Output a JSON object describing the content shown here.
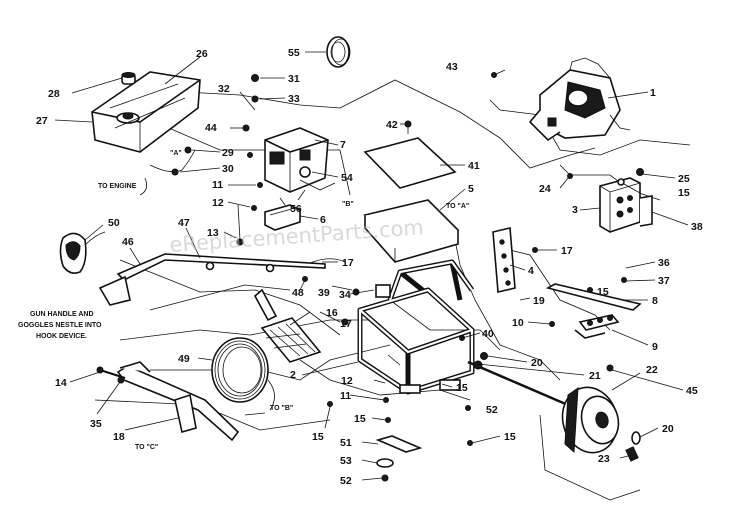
{
  "watermark": "eReplacementParts.com",
  "notes": {
    "to_engine": "TO ENGINE",
    "a_quote": "\"A\"",
    "b_quote": "\"B\"",
    "to_a": "TO \"A\"",
    "to_b": "TO \"B\"",
    "to_c": "TO \"C\"",
    "gun_line1": "GUN HANDLE AND",
    "gun_line2": "GOGGLES NESTLE INTO",
    "gun_line3": "HOOK DEVICE."
  },
  "labels": {
    "l1": "1",
    "l2": "2",
    "l3": "3",
    "l4": "4",
    "l5": "5",
    "l6": "6",
    "l7": "7",
    "l8": "8",
    "l9": "9",
    "l10": "10",
    "l11a": "11",
    "l11b": "11",
    "l12a": "12",
    "l12b": "12",
    "l13": "13",
    "l14": "14",
    "l15a": "15",
    "l15b": "15",
    "l15c": "15",
    "l15d": "15",
    "l15e": "15",
    "l15f": "15",
    "l16": "16",
    "l17a": "17",
    "l17b": "17",
    "l17c": "17",
    "l18": "18",
    "l19": "19",
    "l20a": "20",
    "l20b": "20",
    "l21": "21",
    "l22": "22",
    "l23": "23",
    "l24": "24",
    "l25": "25",
    "l26": "26",
    "l27": "27",
    "l28": "28",
    "l29": "29",
    "l30": "30",
    "l31": "31",
    "l32": "32",
    "l33": "33",
    "l34": "34",
    "l35": "35",
    "l36": "36",
    "l37": "37",
    "l38": "38",
    "l39": "39",
    "l40": "40",
    "l41": "41",
    "l42": "42",
    "l43": "43",
    "l44": "44",
    "l45": "45",
    "l46": "46",
    "l47": "47",
    "l48": "48",
    "l49": "49",
    "l50": "50",
    "l51": "51",
    "l52a": "52",
    "l52b": "52",
    "l53": "53",
    "l54": "54",
    "l55": "55",
    "l56": "56"
  }
}
